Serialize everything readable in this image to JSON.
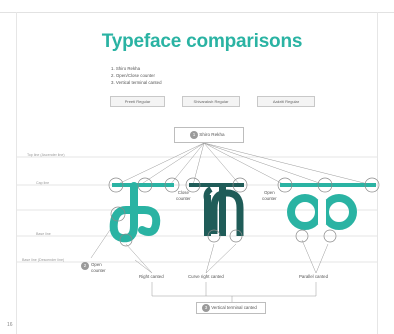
{
  "page": {
    "title": "Typeface comparisons",
    "page_number": "16"
  },
  "notes": [
    "1. Shiro Rekha",
    "2. Open/Close counter",
    "3. Vertical terminal canted"
  ],
  "fonts": [
    {
      "name": "Preeti Regular"
    },
    {
      "name": "Shivaraksh Regular"
    },
    {
      "name": "Aakriti Regular"
    }
  ],
  "callouts": {
    "shiro_rekha": {
      "number": "1",
      "label": "Shiro Rekha"
    },
    "open_counter": {
      "number": "2",
      "label_line1": "Open",
      "label_line2": "counter"
    },
    "vertical_terminal": {
      "number": "3",
      "label": "Vertical terminal canted"
    },
    "close_counter": {
      "line1": "Close",
      "line2": "counter"
    },
    "open_counter_2": {
      "line1": "Open",
      "line2": "counter"
    },
    "right_canted": "Right canted",
    "curve_right_canted": "Curve right canted",
    "parallel_canted": "Parallel canted"
  },
  "guides": {
    "top_line": "Top line (Ascender line)",
    "cap_line": "Cap line",
    "base_line": "Base line",
    "base_line_desc": "Base line (Descender line)"
  },
  "colors": {
    "accent": "#2ab3a3",
    "dark_teal": "#1f5c58",
    "line": "#b5b5b5"
  }
}
